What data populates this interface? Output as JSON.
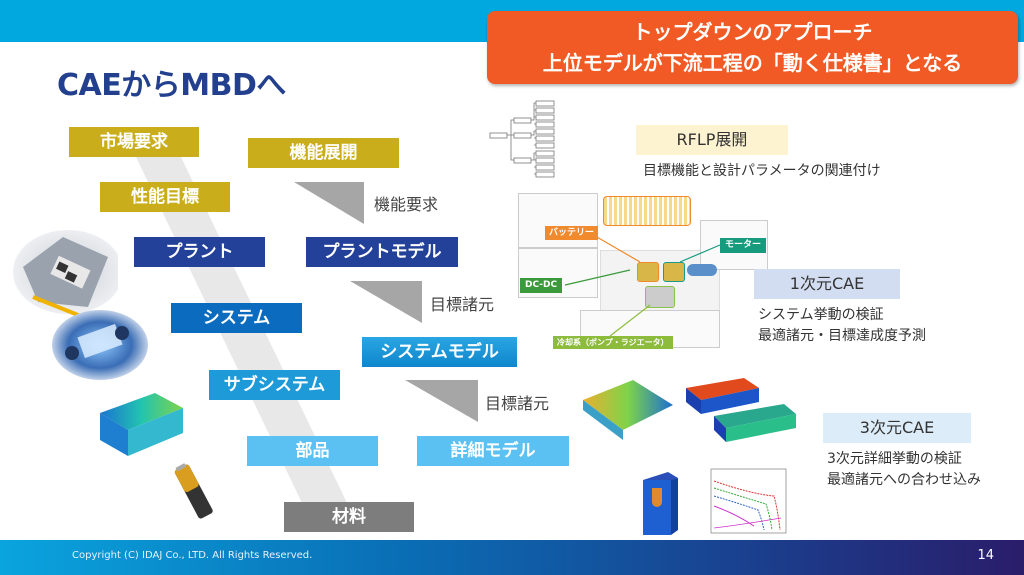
{
  "header": {
    "title": "CAEからMBDへ",
    "callout_line1": "トップダウンのアプローチ",
    "callout_line2": "上位モデルが下流工程の「動く仕様書」となる"
  },
  "left_column": {
    "items": [
      {
        "label": "市場要求",
        "color": "#c9ad1b"
      },
      {
        "label": "性能目標",
        "color": "#c9ad1b"
      },
      {
        "label": "プラント",
        "color": "#234198"
      },
      {
        "label": "システム",
        "color": "#0b6bbf"
      },
      {
        "label": "サブシステム",
        "color": "#1e9ad8"
      },
      {
        "label": "部品",
        "color": "#5bc1f2"
      },
      {
        "label": "材料",
        "color": "#7d7d7d"
      }
    ]
  },
  "right_column": {
    "items": [
      {
        "label": "機能展開",
        "color": "#c9ad1b"
      },
      {
        "label": "プラントモデル",
        "color": "#234198"
      },
      {
        "label": "システムモデル",
        "color": "#1e9ad8"
      },
      {
        "label": "詳細モデル",
        "color": "#5bc1f2"
      }
    ],
    "arrows": [
      "機能要求",
      "目標諸元",
      "目標諸元"
    ]
  },
  "sections": {
    "rflp": {
      "title": "RFLP展開",
      "desc": "目標機能と設計パラメータの関連付け",
      "bg": "#fdf3d0"
    },
    "cae1d": {
      "title": "1次元CAE",
      "desc1": "システム挙動の検証",
      "desc2": "最適諸元・目標達成度予測",
      "bg": "#d3ddf1"
    },
    "cae3d": {
      "title": "3次元CAE",
      "desc1": "3次元詳細挙動の検証",
      "desc2": "最適諸元への合わせ込み",
      "bg": "#dcecf8"
    }
  },
  "diagram_labels": {
    "battery": "バッテリー",
    "motor": "モーター",
    "dcdc": "DC-DC",
    "cooling": "冷却系（ポンプ・ラジエータ）"
  },
  "footer": {
    "copyright": "Copyright (C) IDAJ Co., LTD. All Rights Reserved.",
    "page_number": "14"
  },
  "colors": {
    "top_bar": "#00a8e0",
    "callout": "#f15a24",
    "title": "#23408f"
  }
}
